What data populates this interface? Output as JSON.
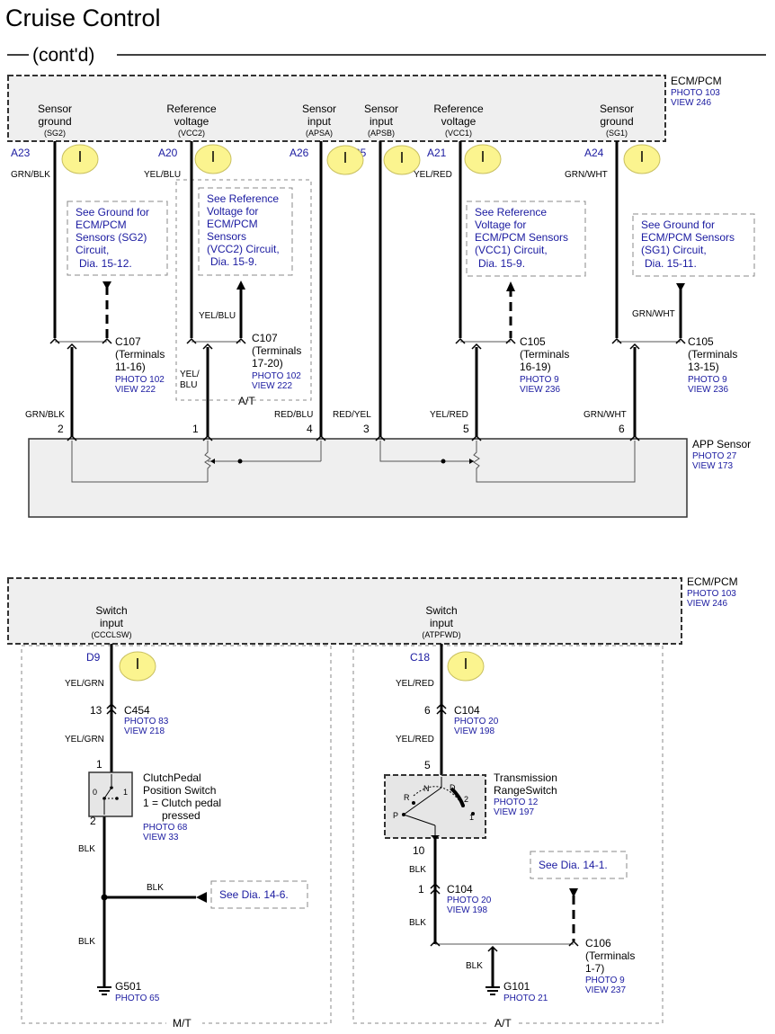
{
  "page": {
    "title": "Cruise Control",
    "subtitle": "(cont'd)"
  },
  "top": {
    "ecm": {
      "name": "ECM/PCM",
      "photo": "PHOTO 103",
      "view": "VIEW 246"
    },
    "terminals": [
      {
        "line1": "Sensor",
        "line2": "ground",
        "code": "(SG2)",
        "pin": "A23",
        "wire": "GRN/BLK"
      },
      {
        "line1": "Reference",
        "line2": "voltage",
        "code": "(VCC2)",
        "pin": "A20",
        "wire": "YEL/BLU"
      },
      {
        "line1": "Sensor",
        "line2": "input",
        "code": "(APSA)",
        "pin": "A26",
        "wire": ""
      },
      {
        "line1": "Sensor",
        "line2": "input",
        "code": "(APSB)",
        "pin": "A25",
        "wire": ""
      },
      {
        "line1": "Reference",
        "line2": "voltage",
        "code": "(VCC1)",
        "pin": "A21",
        "wire": "YEL/RED"
      },
      {
        "line1": "Sensor",
        "line2": "ground",
        "code": "(SG1)",
        "pin": "A24",
        "wire": "GRN/WHT"
      }
    ],
    "refs": [
      {
        "lines": [
          "See Ground for",
          "ECM/PCM",
          "Sensors (SG2)",
          "Circuit,",
          "Dia.  15-12."
        ]
      },
      {
        "lines": [
          "See Reference",
          "Voltage for",
          "ECM/PCM",
          "Sensors",
          "(VCC2) Circuit,",
          "Dia.  15-9."
        ]
      },
      {
        "lines": [
          "See Reference",
          "Voltage for",
          "ECM/PCM Sensors",
          "(VCC1) Circuit,",
          "Dia.  15-9."
        ]
      },
      {
        "lines": [
          "See Ground for",
          "ECM/PCM Sensors",
          "(SG1) Circuit,",
          "Dia.  15-11."
        ]
      }
    ],
    "connectors": [
      {
        "name": "C107",
        "l2": "(Terminals",
        "l3": "11-16)",
        "photo": "PHOTO 102",
        "view": "VIEW 222"
      },
      {
        "name": "C107",
        "l2": "(Terminals",
        "l3": "17-20)",
        "photo": "PHOTO 102",
        "view": "VIEW 222"
      },
      {
        "name": "C105",
        "l2": "(Terminals",
        "l3": "16-19)",
        "photo": "PHOTO 9",
        "view": "VIEW 236"
      },
      {
        "name": "C105",
        "l2": "(Terminals",
        "l3": "13-15)",
        "photo": "PHOTO 9",
        "view": "VIEW 236"
      }
    ],
    "mid_wires": {
      "c107b": "YEL/BLU",
      "yelblu_split": [
        "YEL/",
        "BLU"
      ],
      "c105b": "GRN/WHT",
      "at_label": "A/T"
    },
    "app_pins": [
      {
        "num": "2",
        "wire": "GRN/BLK"
      },
      {
        "num": "1",
        "wire": ""
      },
      {
        "num": "4",
        "wire": "RED/BLU"
      },
      {
        "num": "3",
        "wire": "RED/YEL"
      },
      {
        "num": "5",
        "wire": "YEL/RED"
      },
      {
        "num": "6",
        "wire": "GRN/WHT"
      }
    ],
    "app_sensor": {
      "name": "APP Sensor",
      "photo": "PHOTO 27",
      "view": "VIEW 173"
    }
  },
  "bottom": {
    "ecm": {
      "name": "ECM/PCM",
      "photo": "PHOTO 103",
      "view": "VIEW 246"
    },
    "left": {
      "line1": "Switch",
      "line2": "input",
      "code": "(CCCLSW)",
      "pin": "D9",
      "wire1": "YEL/GRN",
      "conn_pin": "13",
      "conn": "C454",
      "conn_photo": "PHOTO 83",
      "conn_view": "VIEW 218",
      "wire2": "YEL/GRN",
      "sw_pin1": "1",
      "sw_pin2": "2",
      "switch_lines": [
        "ClutchPedal",
        "Position Switch",
        "1 = Clutch pedal",
        "pressed"
      ],
      "switch_photo": "PHOTO 68",
      "switch_view": "VIEW 33",
      "sw_pos0": "0",
      "sw_pos1": "1",
      "wire3": "BLK",
      "wire_branch": "BLK",
      "ref": "See  Dia. 14-6.",
      "wire4": "BLK",
      "ground": "G501",
      "ground_photo": "PHOTO 65",
      "region": "M/T"
    },
    "right": {
      "line1": "Switch",
      "line2": "input",
      "code": "(ATPFWD)",
      "pin": "C18",
      "wire1": "YEL/RED",
      "conn_pin": "6",
      "conn": "C104",
      "conn_photo": "PHOTO 20",
      "conn_view": "VIEW 198",
      "wire2": "YEL/RED",
      "sw_pin1": "5",
      "sw_pin2": "10",
      "switch_lines": [
        "Transmission",
        "RangeSwitch"
      ],
      "switch_photo": "PHOTO 12",
      "switch_view": "VIEW 197",
      "positions": [
        "N",
        "D",
        "R",
        "2",
        "P",
        "1"
      ],
      "wire3": "BLK",
      "conn2_pin": "1",
      "conn2": "C104",
      "conn2_photo": "PHOTO 20",
      "conn2_view": "VIEW 198",
      "wire4": "BLK",
      "ref": "See  Dia. 14-1.",
      "c106": [
        "C106",
        "(Terminals",
        "1-7)"
      ],
      "c106_photo": "PHOTO 9",
      "c106_view": "VIEW 237",
      "wire5": "BLK",
      "ground": "G101",
      "ground_photo": "PHOTO 21",
      "region": "A/T"
    }
  }
}
